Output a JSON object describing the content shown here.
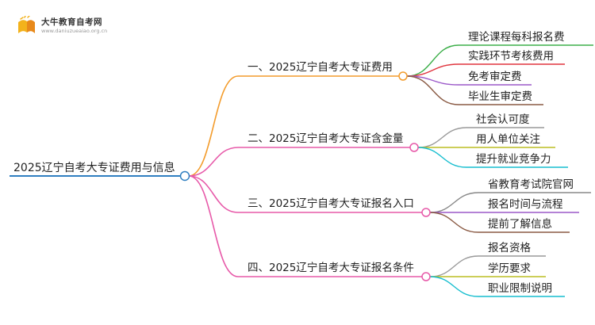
{
  "brand": {
    "name": "大牛教育自考网",
    "url": "www.daniuzueaiao.org.cn"
  },
  "mindmap": {
    "root": {
      "label": "2025辽宁自考大专证费用与信息",
      "color": "#2f7fc1"
    },
    "branches": [
      {
        "label": "一、2025辽宁自考大专证费用",
        "color": "#f39c2c",
        "children": [
          {
            "label": "理论课程每科报名费",
            "color": "#3daf4a"
          },
          {
            "label": "实践环节考核费用",
            "color": "#e0343d"
          },
          {
            "label": "免考审定费",
            "color": "#9b59c9"
          },
          {
            "label": "毕业生审定费",
            "color": "#8a5a44"
          }
        ]
      },
      {
        "label": "二、2025辽宁自考大专证含金量",
        "color": "#e75aa9",
        "children": [
          {
            "label": "社会认可度",
            "color": "#999999"
          },
          {
            "label": "用人单位关注",
            "color": "#bcbd22"
          },
          {
            "label": "提升就业竞争力",
            "color": "#17becf"
          }
        ]
      },
      {
        "label": "三、2025辽宁自考大专证报名入口",
        "color": "#e75aa9",
        "children": [
          {
            "label": "省教育考试院官网",
            "color": "#888888"
          },
          {
            "label": "报名时间与流程",
            "color": "#9b59c9"
          },
          {
            "label": "提前了解信息",
            "color": "#8a5a44"
          }
        ]
      },
      {
        "label": "四、2025辽宁自考大专证报名条件",
        "color": "#e75aa9",
        "children": [
          {
            "label": "报名资格",
            "color": "#999999"
          },
          {
            "label": "学历要求",
            "color": "#bcbd22"
          },
          {
            "label": "职业限制说明",
            "color": "#17becf"
          }
        ]
      }
    ]
  }
}
